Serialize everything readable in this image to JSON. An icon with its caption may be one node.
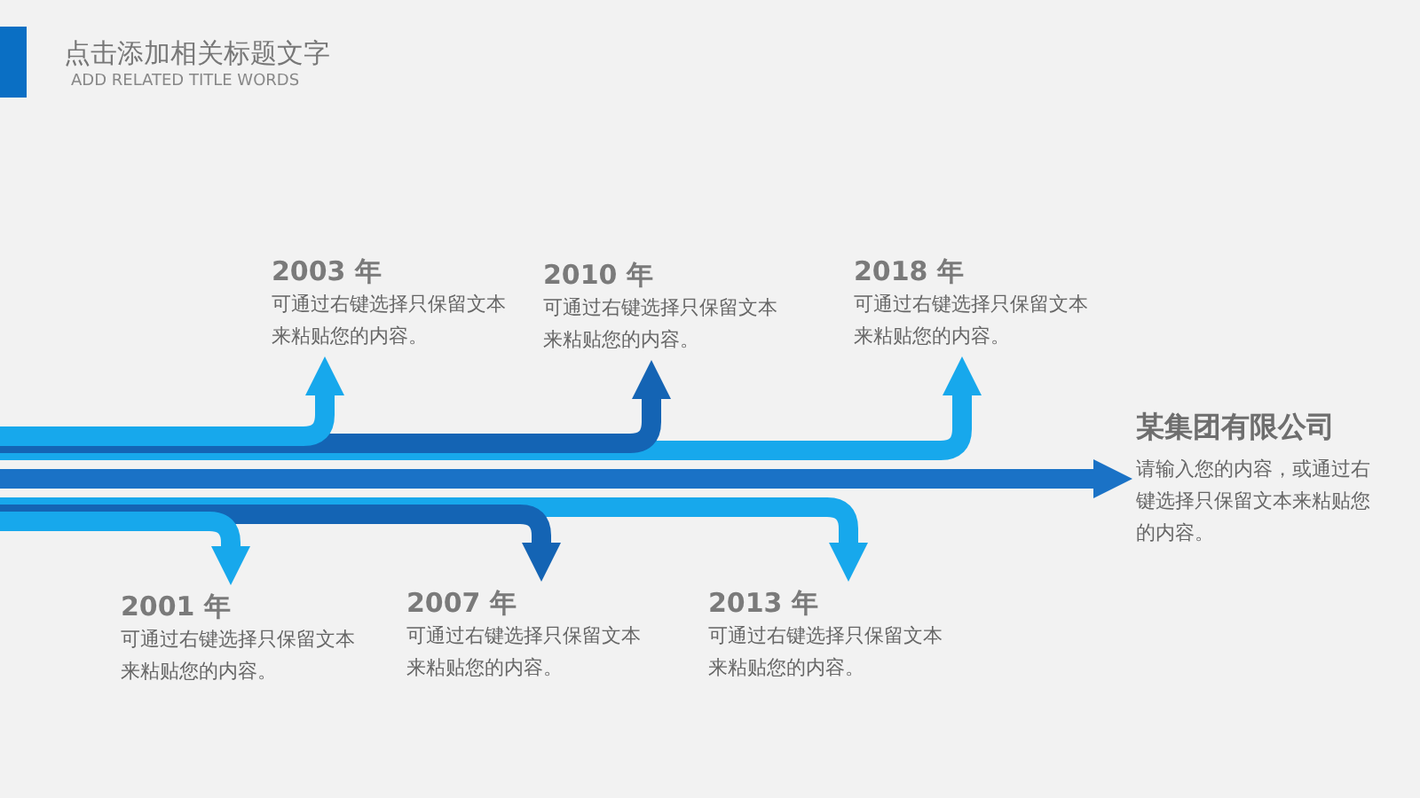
{
  "diagram": {
    "title": "点击添加相关标题文字",
    "nodes": [
      {
        "text": [
          "2003 年",
          "可通过右键选择只保留文本来粘贴您的内容。"
        ]
      },
      {
        "text": [
          "2010 年",
          "可通过右键选择只保留文本来粘贴您的内容。"
        ]
      },
      {
        "text": [
          "2018 年",
          "可通过右键选择只保留文本来粘贴您的内容。"
        ]
      },
      {
        "text": [
          "某集团有限公司",
          "请输入您的内容，或通过右键选择只保留文本来粘贴您的内容。"
        ]
      },
      {
        "text": [
          "2001 年",
          "可通过右键选择只保留文本来粘贴您的内容。"
        ]
      },
      {
        "text": [
          "2007 年",
          "可通过右键选择只保留文本来粘贴您的内容。"
        ]
      },
      {
        "text": [
          "2013 年",
          "可通过右键选择只保留文本来粘贴您的内容。"
        ]
      }
    ],
    "edges": [
      {
        "from": null,
        "to": 0,
        "arrow": "to",
        "color": "#17a8ec"
      },
      {
        "from": null,
        "to": 1,
        "arrow": "to",
        "color": "#1464b4"
      },
      {
        "from": null,
        "to": 2,
        "arrow": "to",
        "color": "#17a8ec"
      },
      {
        "from": null,
        "to": 3,
        "arrow": "to",
        "color": "#1a72c6"
      },
      {
        "from": null,
        "to": 4,
        "arrow": "to",
        "color": "#17a8ec"
      },
      {
        "from": null,
        "to": 5,
        "arrow": "to",
        "color": "#1464b4"
      },
      {
        "from": null,
        "to": 6,
        "arrow": "to",
        "color": "#17a8ec"
      }
    ],
    "labels": [
      "ADD RELATED TITLE WORDS"
    ]
  }
}
